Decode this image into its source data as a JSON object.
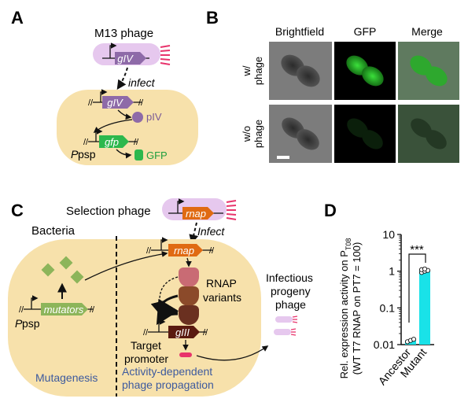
{
  "panels": {
    "a": {
      "letter": "A",
      "phage_label": "M13 phage",
      "phage_gene": "gIV",
      "infect_label": "infect",
      "host_gene": "gIV",
      "protein_label": "pIV",
      "reporter_gene": "gfp",
      "promoter_p": "P",
      "promoter_sub": "psp",
      "reporter_protein": "GFP",
      "colors": {
        "cell": "#f7e1ab",
        "phage": "#e6c8ee",
        "gene": "#8e6aa8",
        "gfp": "#2db84d",
        "fiber": "#e8336b"
      }
    },
    "b": {
      "letter": "B",
      "columns": [
        "Brightfield",
        "GFP",
        "Merge"
      ],
      "row1_line1": "w/",
      "row1_line2": "phage",
      "row2_line1": "w/o",
      "row2_line2": "phage"
    },
    "c": {
      "letter": "C",
      "selection_phage_label": "Selection phage",
      "phage_gene": "rnap",
      "infect_label": "Infect",
      "bacteria_label": "Bacteria",
      "rnap_gene": "rnap",
      "variants_line1": "RNAP",
      "variants_line2": "variants",
      "mutators_gene": "mutators",
      "promoter_p": "P",
      "promoter_sub": "psp",
      "target_line1": "Target",
      "target_line2": "promoter",
      "giii_gene": "gIII",
      "progeny_line1": "Infectious",
      "progeny_line2": "progeny",
      "progeny_line3": "phage",
      "mutagenesis_label": "Mutagenesis",
      "propagation_line1": "Activity-dependent",
      "propagation_line2": "phage propagation",
      "colors": {
        "cell": "#f7e1ab",
        "gene": "#e06a12",
        "mutator": "#8db55a",
        "caption": "#3d5a9e",
        "protein_a": "#c96b74",
        "protein_b": "#8b4a2a",
        "protein_c": "#6a3020",
        "fiber": "#e8336b"
      }
    },
    "d": {
      "letter": "D",
      "ylabel_line1": "Rel. expression activity on P",
      "ylabel_sub": "T08",
      "ylabel_line2": "(WT T7 RNAP on PT7 = 100)",
      "significance": "***",
      "bar_color": "#19e2e8"
    }
  },
  "chart_data": {
    "type": "bar",
    "categories": [
      "Ancestor",
      "Mutant"
    ],
    "values": [
      0.013,
      1.05
    ],
    "points": [
      [
        0.012,
        0.013,
        0.014
      ],
      [
        0.92,
        1.0,
        1.05,
        1.1,
        1.15
      ]
    ],
    "yscale": "log",
    "ylim": [
      0.01,
      10
    ],
    "yticks": [
      "0.01",
      "0.1",
      "1",
      "10"
    ],
    "ytick_values": [
      0.01,
      0.1,
      1,
      10
    ]
  }
}
